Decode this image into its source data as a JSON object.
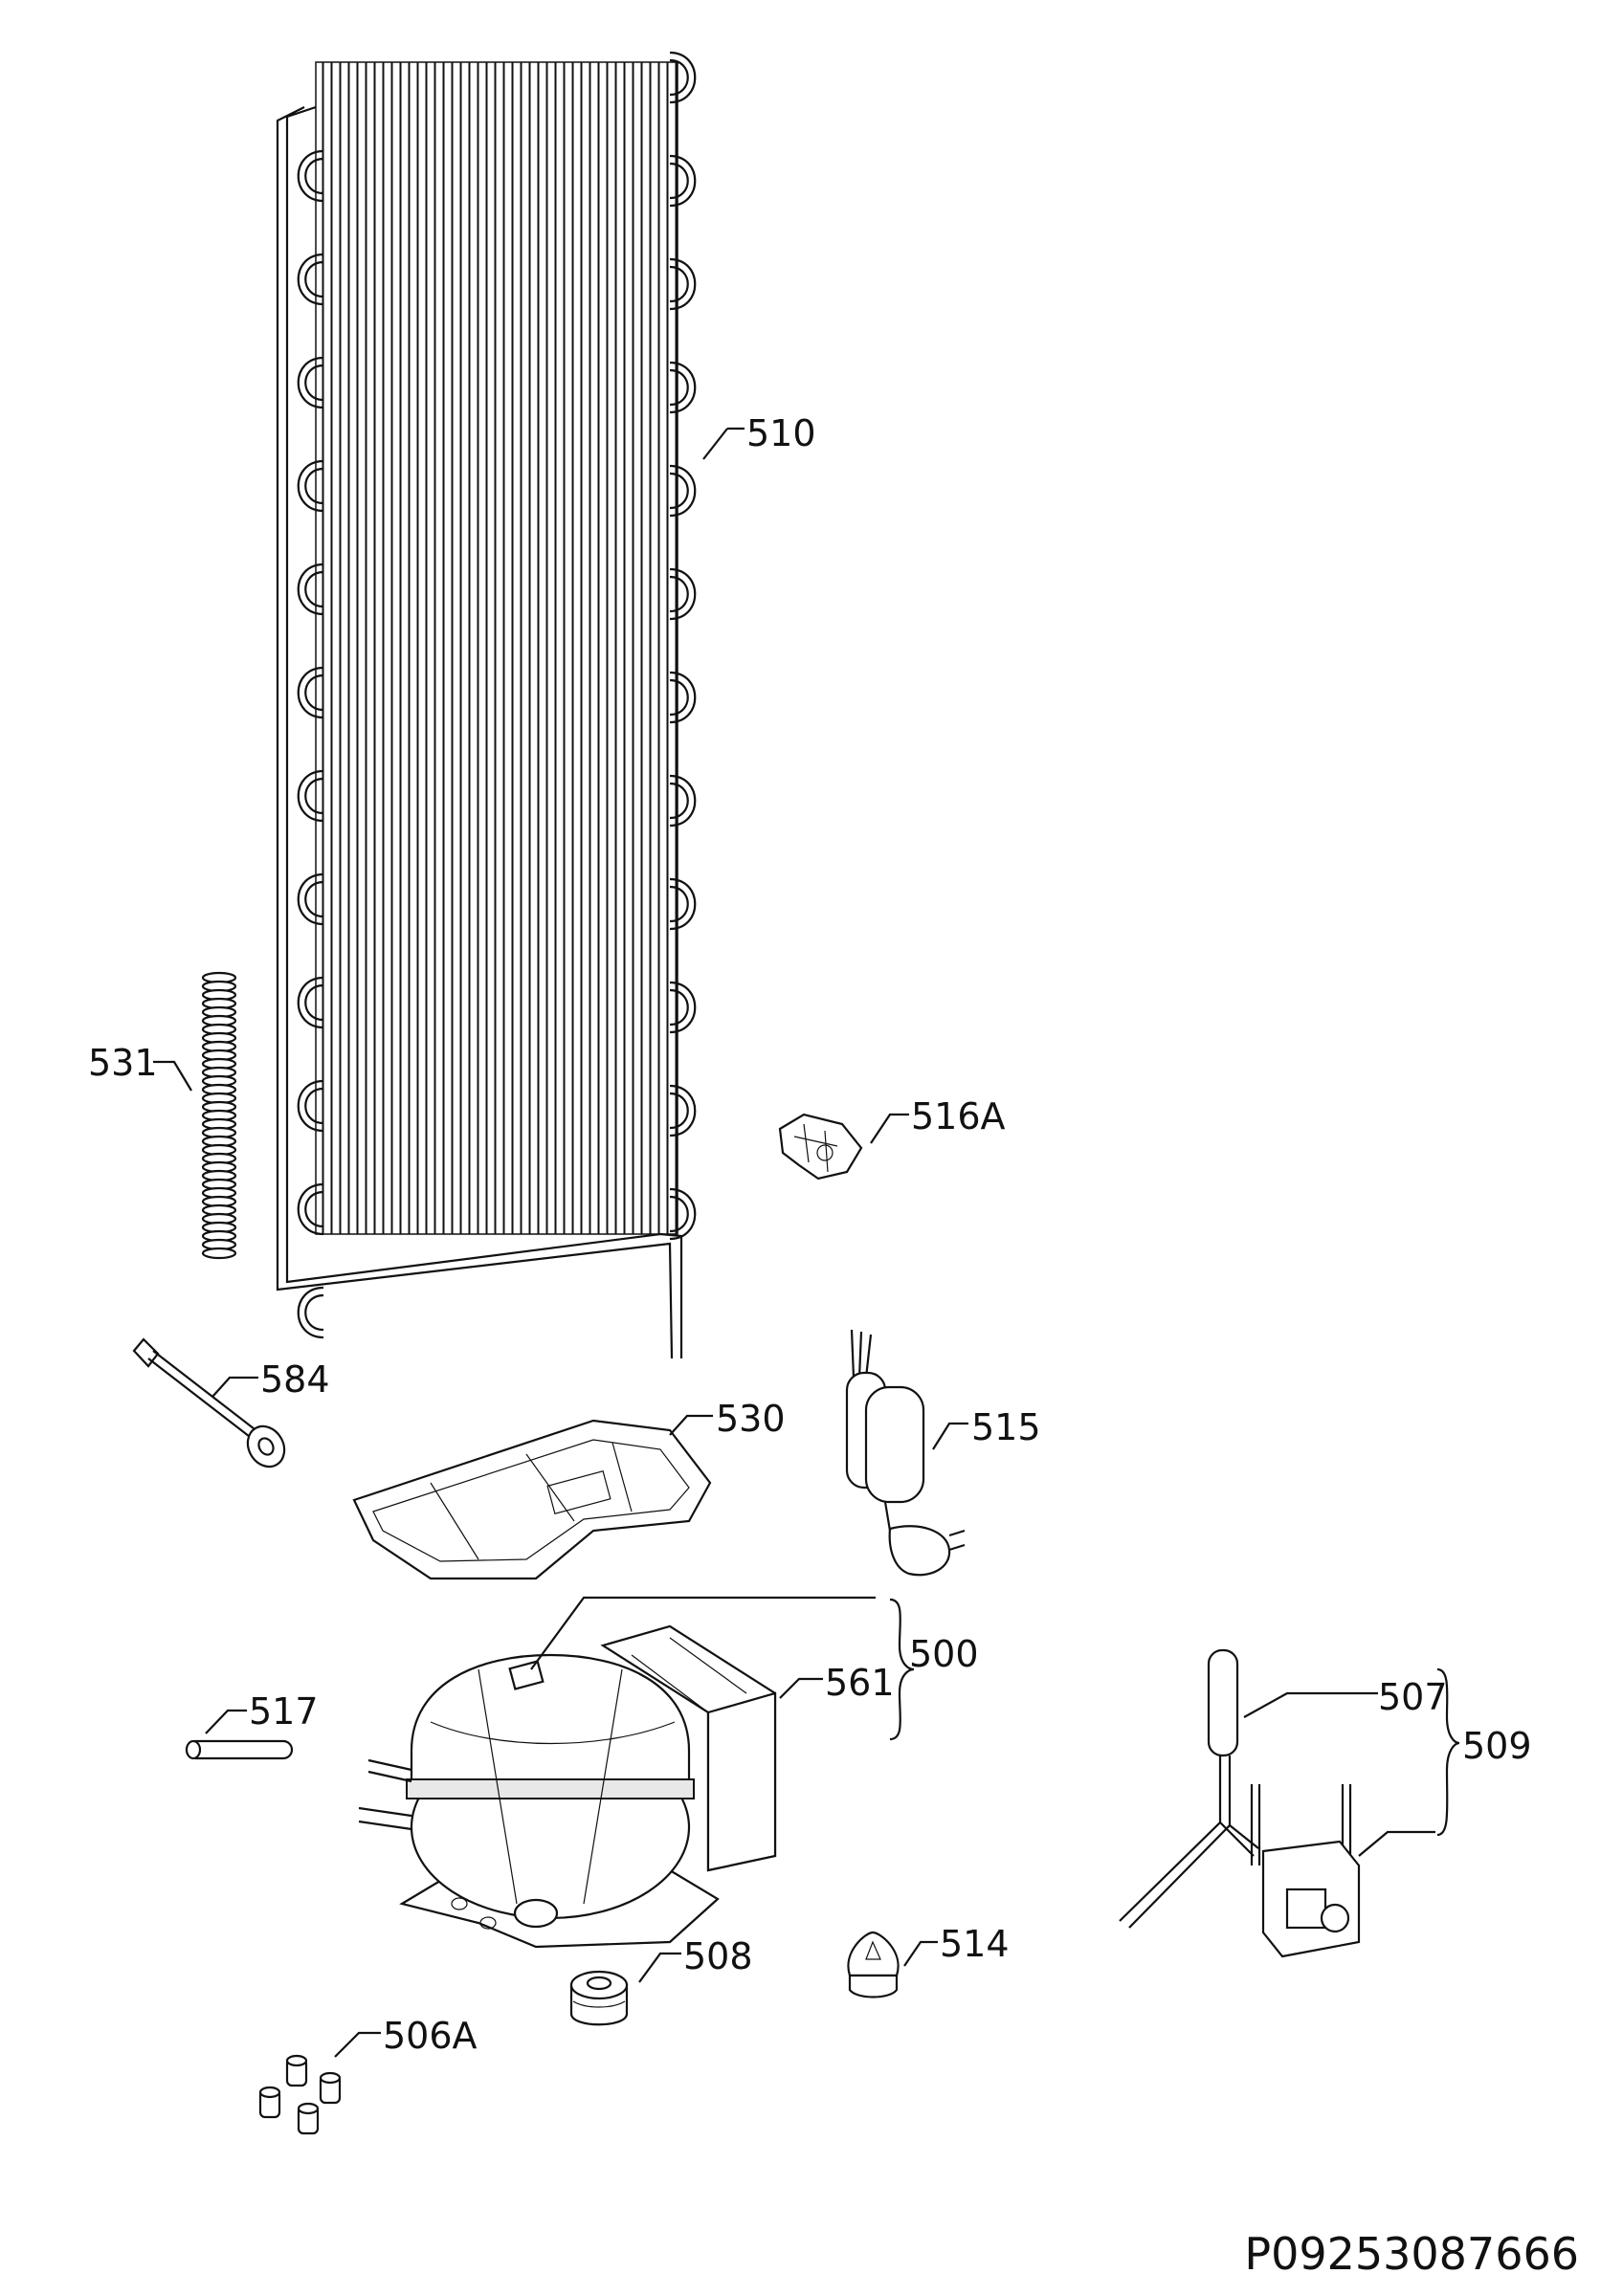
{
  "document": {
    "part_number": "P09253087666"
  },
  "callouts": {
    "condenser": "510",
    "spring_tube": "531",
    "clip": "516A",
    "probe": "584",
    "drip_tray": "530",
    "heater": "515",
    "compressor_kit": "500",
    "relay_cover": "561",
    "connector_tube": "517",
    "filter_drier": "507",
    "drier_kit": "509",
    "grommet": "508",
    "cap": "514",
    "sleeves": "506A"
  }
}
